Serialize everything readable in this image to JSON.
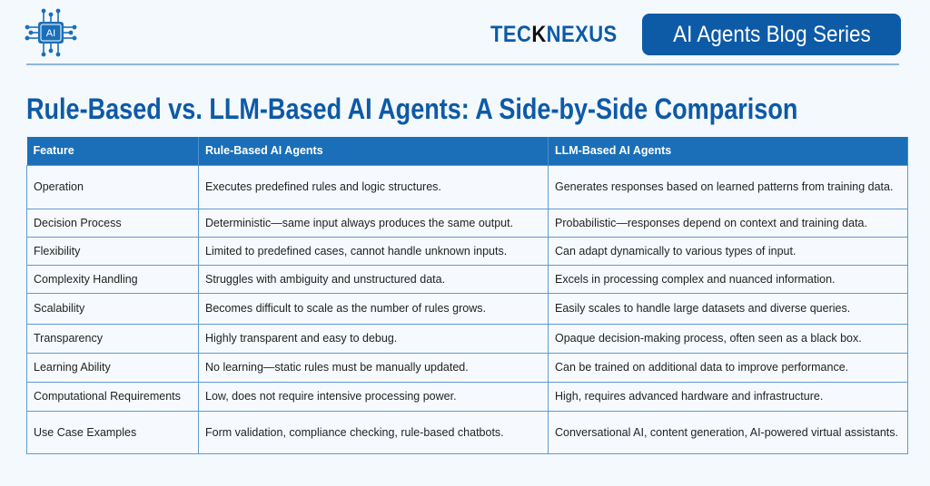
{
  "header": {
    "brand_prefix": "TEC",
    "brand_k": "K",
    "brand_suffix": "NEXUS",
    "badge": "AI Agents Blog Series",
    "logo_text": "AI"
  },
  "title": "Rule-Based vs. LLM-Based AI Agents: A Side-by-Side Comparison",
  "colors": {
    "primary": "#0d5aa7",
    "header_bg": "#1a6fb8",
    "background": "#f4f9fe"
  },
  "table": {
    "columns": [
      "Feature",
      "Rule-Based AI Agents",
      "LLM-Based AI Agents"
    ],
    "rows": [
      [
        "Operation",
        "Executes predefined rules and logic structures.",
        "Generates responses based on learned patterns from training data."
      ],
      [
        "Decision Process",
        "Deterministic—same input always produces the same output.",
        "Probabilistic—responses depend on context and training data."
      ],
      [
        "Flexibility",
        "Limited to predefined cases, cannot handle unknown inputs.",
        "Can adapt dynamically to various types of input."
      ],
      [
        "Complexity Handling",
        "Struggles with ambiguity and unstructured data.",
        "Excels in processing complex and nuanced information."
      ],
      [
        "Scalability",
        "Becomes difficult to scale as the number of rules grows.",
        "Easily scales to handle large datasets and diverse queries."
      ],
      [
        "Transparency",
        "Highly transparent and easy to debug.",
        "Opaque decision-making process, often seen as a black box."
      ],
      [
        "Learning Ability",
        "No learning—static rules must be manually updated.",
        "Can be trained on additional data to improve performance."
      ],
      [
        "Computational Requirements",
        "Low, does not require intensive processing power.",
        "High, requires advanced hardware and infrastructure."
      ],
      [
        "Use Case Examples",
        "Form validation, compliance checking, rule-based chatbots.",
        "Conversational AI, content generation, AI-powered virtual assistants."
      ]
    ]
  }
}
